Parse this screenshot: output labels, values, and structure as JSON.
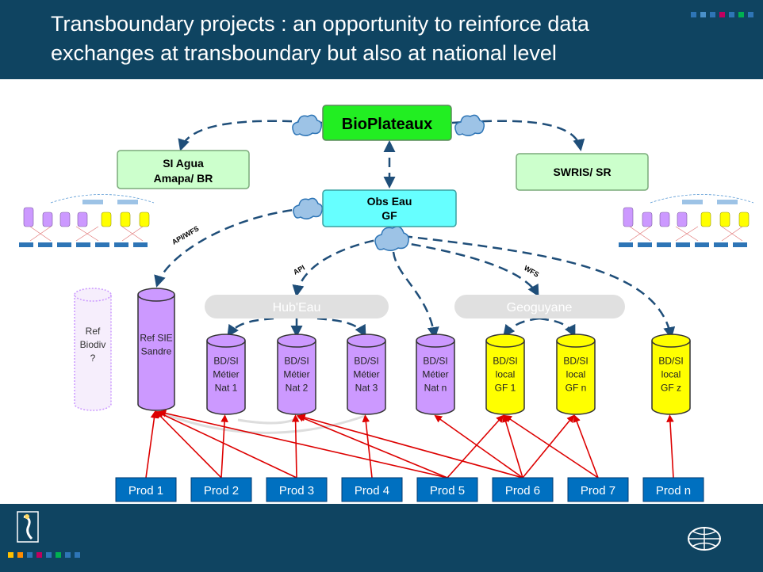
{
  "slide": {
    "title": "Transboundary projects : an opportunity to reinforce data exchanges at transboundary but also at national level"
  },
  "top_nodes": {
    "bioplateaux": "BioPlateaux",
    "si_agua": [
      "SI Agua",
      "Amapa/ BR"
    ],
    "swris": "SWRIS/ SR",
    "obs_eau": [
      "Obs Eau",
      "GF"
    ]
  },
  "hubs": {
    "hubeau": "Hub'Eau",
    "geoguyane": "Geoguyane"
  },
  "edge_labels": {
    "api_wfs": "API/WFS",
    "api": "API",
    "wfs": "WFS"
  },
  "databases": [
    {
      "lines": [
        "Ref",
        "Biodiv",
        "?"
      ],
      "style": "dotted"
    },
    {
      "lines": [
        "Ref SIE",
        "Sandre"
      ],
      "style": "purple"
    },
    {
      "lines": [
        "BD/SI",
        "Métier",
        "Nat 1"
      ],
      "style": "purple"
    },
    {
      "lines": [
        "BD/SI",
        "Métier",
        "Nat 2"
      ],
      "style": "purple"
    },
    {
      "lines": [
        "BD/SI",
        "Métier",
        "Nat 3"
      ],
      "style": "purple"
    },
    {
      "lines": [
        "BD/SI",
        "Métier",
        "Nat n"
      ],
      "style": "purple"
    },
    {
      "lines": [
        "BD/SI",
        "local",
        "GF 1"
      ],
      "style": "yellow"
    },
    {
      "lines": [
        "BD/SI",
        "local",
        "GF n"
      ],
      "style": "yellow"
    },
    {
      "lines": [
        "BD/SI",
        "local",
        "GF z"
      ],
      "style": "yellow"
    }
  ],
  "producers": [
    "Prod 1",
    "Prod 2",
    "Prod 3",
    "Prod 4",
    "Prod 5",
    "Prod 6",
    "Prod 7",
    "Prod n"
  ],
  "colors": {
    "header": "#0f4461",
    "green_bright": "#22ee22",
    "green_light": "#ccffcc",
    "cyan": "#66ffff",
    "purple": "#cc99ff",
    "yellow": "#ffff00",
    "prod_blue": "#0070c0",
    "arrow_dash": "#1f4e79",
    "arrow_red": "#dd0000"
  }
}
